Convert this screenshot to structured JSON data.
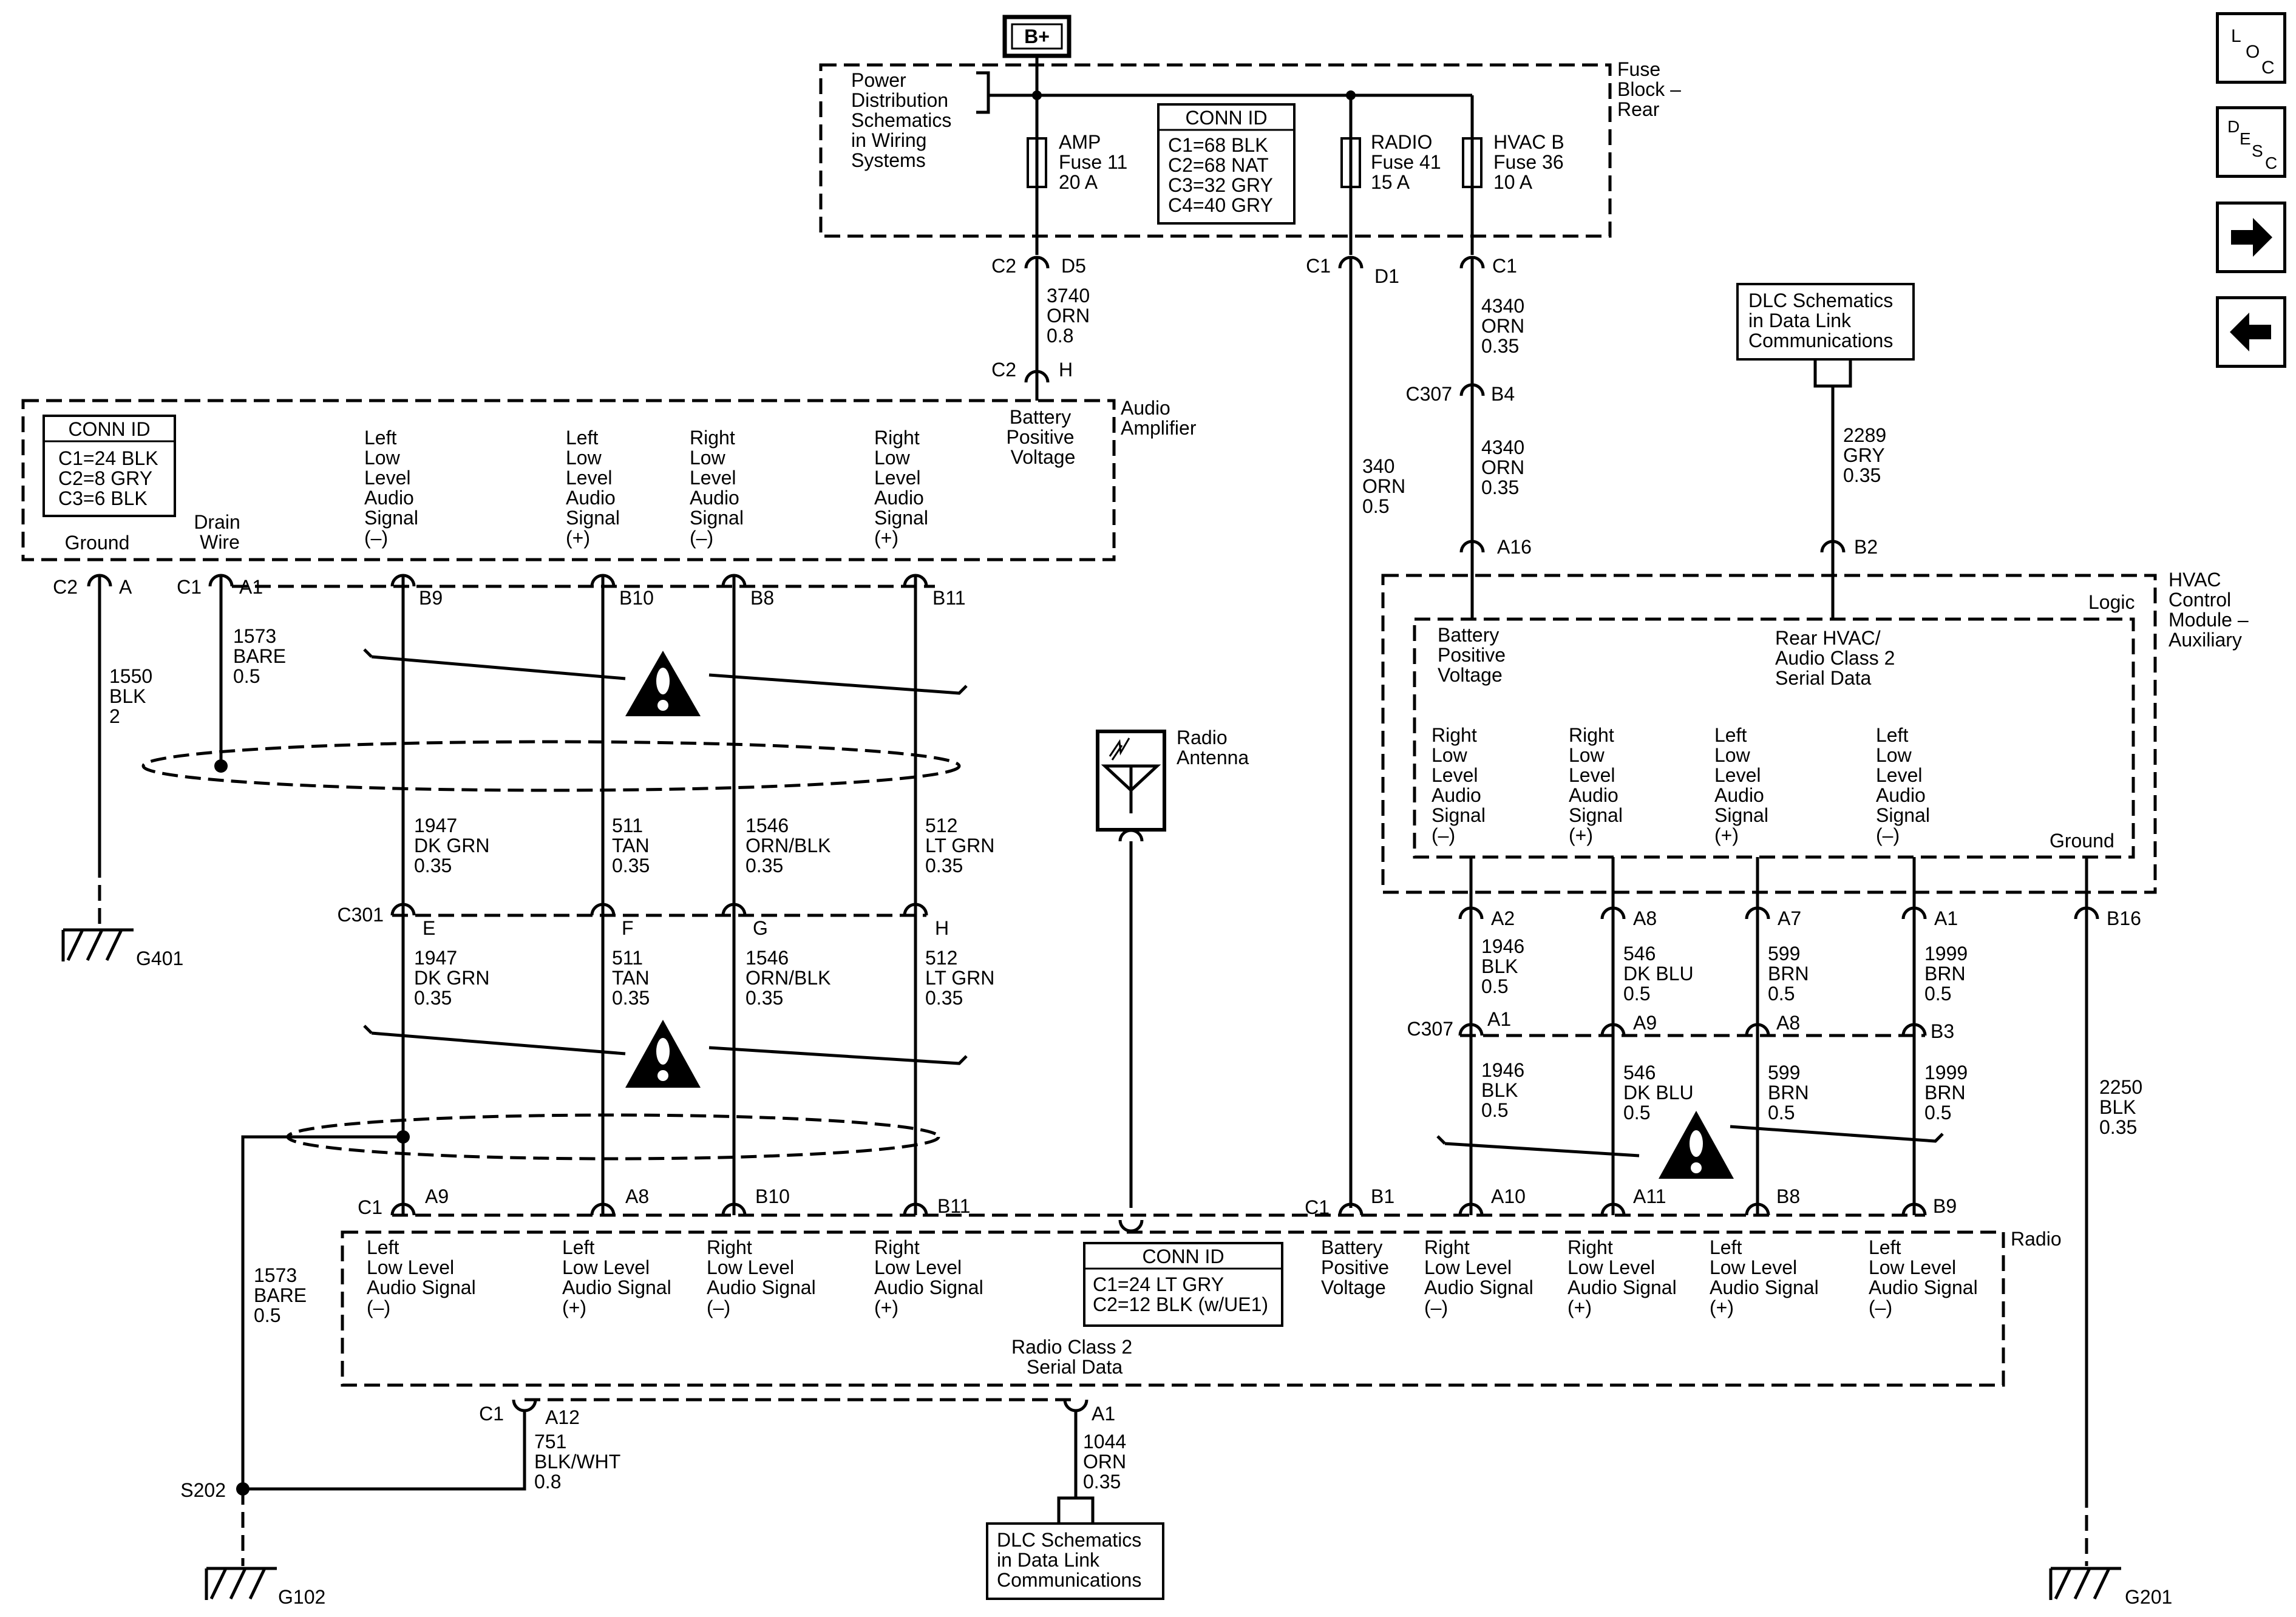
{
  "nav": {
    "loc": [
      "L",
      "O",
      "C"
    ],
    "desc": [
      "D",
      "E",
      "S",
      "C"
    ],
    "forward_icon": "arrow-right-icon",
    "back_icon": "arrow-left-icon"
  },
  "power": {
    "label": "B+"
  },
  "fuse_block": {
    "name": [
      "Fuse",
      "Block –",
      "Rear"
    ],
    "reference": [
      "Power",
      "Distribution",
      "Schematics",
      "in Wiring",
      "Systems"
    ],
    "conn_id": {
      "title": "CONN ID",
      "lines": [
        "C1=68 BLK",
        "C2=68 NAT",
        "C3=32 GRY",
        "C4=40 GRY"
      ]
    },
    "fuses": [
      {
        "lines": [
          "AMP",
          "Fuse 11",
          "20 A"
        ]
      },
      {
        "lines": [
          "RADIO",
          "Fuse 41",
          "15 A"
        ]
      },
      {
        "lines": [
          "HVAC B",
          "Fuse 36",
          "10 A"
        ]
      }
    ]
  },
  "amp_feed": {
    "top_connector": "C2",
    "top_pin": "D5",
    "wire": [
      "3740",
      "ORN",
      "0.8"
    ],
    "bottom_connector": "C2",
    "bottom_pin": "H",
    "pin_label": [
      "Battery",
      "Positive",
      "Voltage"
    ]
  },
  "radio_feed": {
    "connector": "C1",
    "pin": "D1",
    "wire": [
      "340",
      "ORN",
      "0.5"
    ]
  },
  "hvac_feed": {
    "connector": "C1",
    "wire_upper": [
      "4340",
      "ORN",
      "0.35"
    ],
    "c307": "C307",
    "c307_pin": "B4",
    "wire_lower": [
      "4340",
      "ORN",
      "0.35"
    ],
    "module_pin": "A16"
  },
  "amplifier": {
    "name": [
      "Audio",
      "Amplifier"
    ],
    "conn_id": {
      "title": "CONN ID",
      "lines": [
        "C1=24 BLK",
        "C2=8 GRY",
        "C3=6 BLK"
      ]
    },
    "ground": {
      "label": "Ground",
      "connector": "C2",
      "pin": "A",
      "wire": [
        "1550",
        "BLK",
        "2"
      ],
      "ground_id": "G401"
    },
    "drain": {
      "label": [
        "Drain",
        "Wire"
      ],
      "connector": "C1",
      "pin": "A1",
      "wire": [
        "1573",
        "BARE",
        "0.5"
      ]
    },
    "signals": [
      {
        "label": [
          "Left",
          "Low",
          "Level",
          "Audio",
          "Signal",
          "(–)"
        ],
        "pin": "B9"
      },
      {
        "label": [
          "Left",
          "Low",
          "Level",
          "Audio",
          "Signal",
          "(+)"
        ],
        "pin": "B10"
      },
      {
        "label": [
          "Right",
          "Low",
          "Level",
          "Audio",
          "Signal",
          "(–)"
        ],
        "pin": "B8"
      },
      {
        "label": [
          "Right",
          "Low",
          "Level",
          "Audio",
          "Signal",
          "(+)"
        ],
        "pin": "B11"
      }
    ]
  },
  "amp_wires_upper": [
    [
      "1947",
      "DK GRN",
      "0.35"
    ],
    [
      "511",
      "TAN",
      "0.35"
    ],
    [
      "1546",
      "ORN/BLK",
      "0.35"
    ],
    [
      "512",
      "LT GRN",
      "0.35"
    ]
  ],
  "c301": {
    "name": "C301",
    "pins": [
      "E",
      "F",
      "G",
      "H"
    ]
  },
  "amp_wires_lower": [
    [
      "1947",
      "DK GRN",
      "0.35"
    ],
    [
      "511",
      "TAN",
      "0.35"
    ],
    [
      "1546",
      "ORN/BLK",
      "0.35"
    ],
    [
      "512",
      "LT GRN",
      "0.35"
    ]
  ],
  "antenna": {
    "label": [
      "Radio",
      "Antenna"
    ]
  },
  "dlc_top": {
    "lines": [
      "DLC Schematics",
      "in Data Link",
      "Communications"
    ]
  },
  "dlc_wire_top": {
    "wire": [
      "2289",
      "GRY",
      "0.35"
    ],
    "pin": "B2"
  },
  "hvac_module": {
    "name": [
      "HVAC",
      "Control",
      "Module –",
      "Auxiliary"
    ],
    "logic": "Logic",
    "battery": [
      "Battery",
      "Positive",
      "Voltage"
    ],
    "serial": [
      "Rear HVAC/",
      "Audio Class 2",
      "Serial Data"
    ],
    "signals": [
      {
        "label": [
          "Right",
          "Low",
          "Level",
          "Audio",
          "Signal",
          "(–)"
        ],
        "pin": "A2"
      },
      {
        "label": [
          "Right",
          "Low",
          "Level",
          "Audio",
          "Signal",
          "(+)"
        ],
        "pin": "A8"
      },
      {
        "label": [
          "Left",
          "Low",
          "Level",
          "Audio",
          "Signal",
          "(+)"
        ],
        "pin": "A7"
      },
      {
        "label": [
          "Left",
          "Low",
          "Level",
          "Audio",
          "Signal",
          "(–)"
        ],
        "pin": "A1"
      }
    ],
    "ground": {
      "label": "Ground",
      "pin": "B16",
      "wire": [
        "2250",
        "BLK",
        "0.35"
      ],
      "ground_id": "G201"
    }
  },
  "hvac_wires_upper": [
    [
      "1946",
      "BLK",
      "0.5"
    ],
    [
      "546",
      "DK BLU",
      "0.5"
    ],
    [
      "599",
      "BRN",
      "0.5"
    ],
    [
      "1999",
      "BRN",
      "0.5"
    ]
  ],
  "c307_lower": {
    "name": "C307",
    "pins": [
      "A1",
      "A9",
      "A8",
      "B3"
    ]
  },
  "hvac_wires_lower": [
    [
      "1946",
      "BLK",
      "0.5"
    ],
    [
      "546",
      "DK BLU",
      "0.5"
    ],
    [
      "599",
      "BRN",
      "0.5"
    ],
    [
      "1999",
      "BRN",
      "0.5"
    ]
  ],
  "radio": {
    "name": "Radio",
    "conn_id": {
      "title": "CONN ID",
      "lines": [
        "C1=24 LT GRY",
        "C2=12 BLK (w/UE1)"
      ]
    },
    "left_connector": "C1",
    "left_pins": [
      "A9",
      "A8",
      "B10",
      "B11"
    ],
    "left_labels": [
      [
        "Left",
        "Low Level",
        "Audio Signal",
        "(–)"
      ],
      [
        "Left",
        "Low Level",
        "Audio Signal",
        "(+)"
      ],
      [
        "Right",
        "Low Level",
        "Audio Signal",
        "(–)"
      ],
      [
        "Right",
        "Low Level",
        "Audio Signal",
        "(+)"
      ]
    ],
    "right_connector": "C1",
    "battery_pin": "B1",
    "battery_label": [
      "Battery",
      "Positive",
      "Voltage"
    ],
    "right_pins": [
      "A10",
      "A11",
      "B8",
      "B9"
    ],
    "right_labels": [
      [
        "Right",
        "Low Level",
        "Audio Signal",
        "(–)"
      ],
      [
        "Right",
        "Low Level",
        "Audio Signal",
        "(+)"
      ],
      [
        "Left",
        "Low Level",
        "Audio Signal",
        "(+)"
      ],
      [
        "Left",
        "Low Level",
        "Audio Signal",
        "(–)"
      ]
    ],
    "serial": [
      "Radio Class 2",
      "Serial Data"
    ]
  },
  "radio_bottom": {
    "connector": "C1",
    "pin_a12": "A12",
    "wire_a12": [
      "751",
      "BLK/WHT",
      "0.8"
    ],
    "splice": "S202",
    "drain_wire": [
      "1573",
      "BARE",
      "0.5"
    ],
    "ground_id": "G102",
    "pin_a1": "A1",
    "wire_a1": [
      "1044",
      "ORN",
      "0.35"
    ]
  },
  "dlc_bottom": {
    "lines": [
      "DLC Schematics",
      "in Data Link",
      "Communications"
    ]
  }
}
